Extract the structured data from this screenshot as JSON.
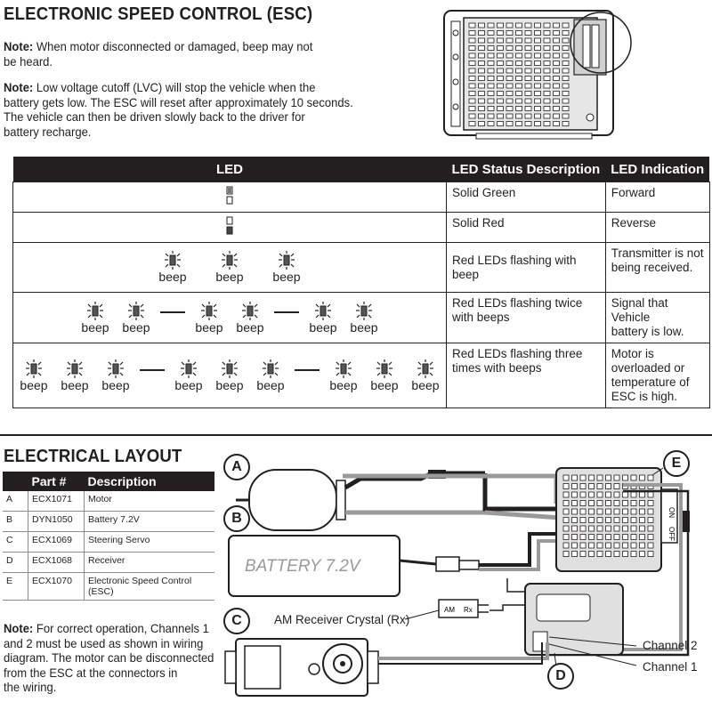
{
  "esc_section": {
    "title": "ELECTRONIC SPEED CONTROL (ESC)",
    "note1_label": "Note:",
    "note1_text_l1": " When motor disconnected or damaged, beep may not",
    "note1_text_l2": "be heard.",
    "note2_label": "Note:",
    "note2_text_l1": " Low voltage cutoff (LVC) will stop the vehicle when the",
    "note2_text_l2": "battery gets low. The ESC will reset after approximately 10 seconds.",
    "note2_text_l3": "The vehicle can then be driven slowly back to the driver for",
    "note2_text_l4": "battery recharge."
  },
  "led_table": {
    "headers": [
      "LED",
      "LED Status Description",
      "LED Indication"
    ],
    "beep": "beep",
    "rows": [
      {
        "status": "Solid Green",
        "indication": "Forward"
      },
      {
        "status": "Solid Red",
        "indication": "Reverse"
      },
      {
        "status": "Red LEDs flashing with beep",
        "indication_l1": "Transmitter is not",
        "indication_l2": "being received."
      },
      {
        "status_l1": "Red LEDs flashing twice",
        "status_l2": "with beeps",
        "indication_l1": "Signal that Vehicle",
        "indication_l2": "battery is low."
      },
      {
        "status_l1": "Red LEDs flashing three",
        "status_l2": "times with beeps",
        "indication_l1": "Motor is",
        "indication_l2": "overloaded or",
        "indication_l3": "temperature of",
        "indication_l4": "ESC is high."
      }
    ]
  },
  "layout_section": {
    "title": "ELECTRICAL LAYOUT",
    "parts_headers": [
      "Part #",
      "Description"
    ],
    "parts": [
      {
        "letter": "A",
        "part": "ECX1071",
        "desc": "Motor"
      },
      {
        "letter": "B",
        "part": "DYN1050",
        "desc": "Battery 7.2V"
      },
      {
        "letter": "C",
        "part": "ECX1069",
        "desc": "Steering Servo"
      },
      {
        "letter": "D",
        "part": "ECX1068",
        "desc": "Receiver"
      },
      {
        "letter": "E",
        "part": "ECX1070",
        "desc_l1": "Electronic Speed Control",
        "desc_l2": "(ESC)"
      }
    ],
    "note_label": "Note:",
    "note_l1": " For correct operation, Channels 1",
    "note_l2": "and 2 must be used as shown in wiring",
    "note_l3": "diagram. The motor can be disconnected",
    "note_l4": "from the ESC at the connectors in",
    "note_l5": "the wiring."
  },
  "diagram": {
    "callouts": [
      "A",
      "B",
      "C",
      "D",
      "E"
    ],
    "battery_label": "BATTERY 7.2V",
    "crystal_label": "AM Receiver Crystal (Rx)",
    "crystal_tag": "AM",
    "crystal_tag2": "Rx",
    "channel2": "Channel 2",
    "channel1": "Channel 1",
    "switch_on": "ON",
    "switch_off": "OFF"
  }
}
